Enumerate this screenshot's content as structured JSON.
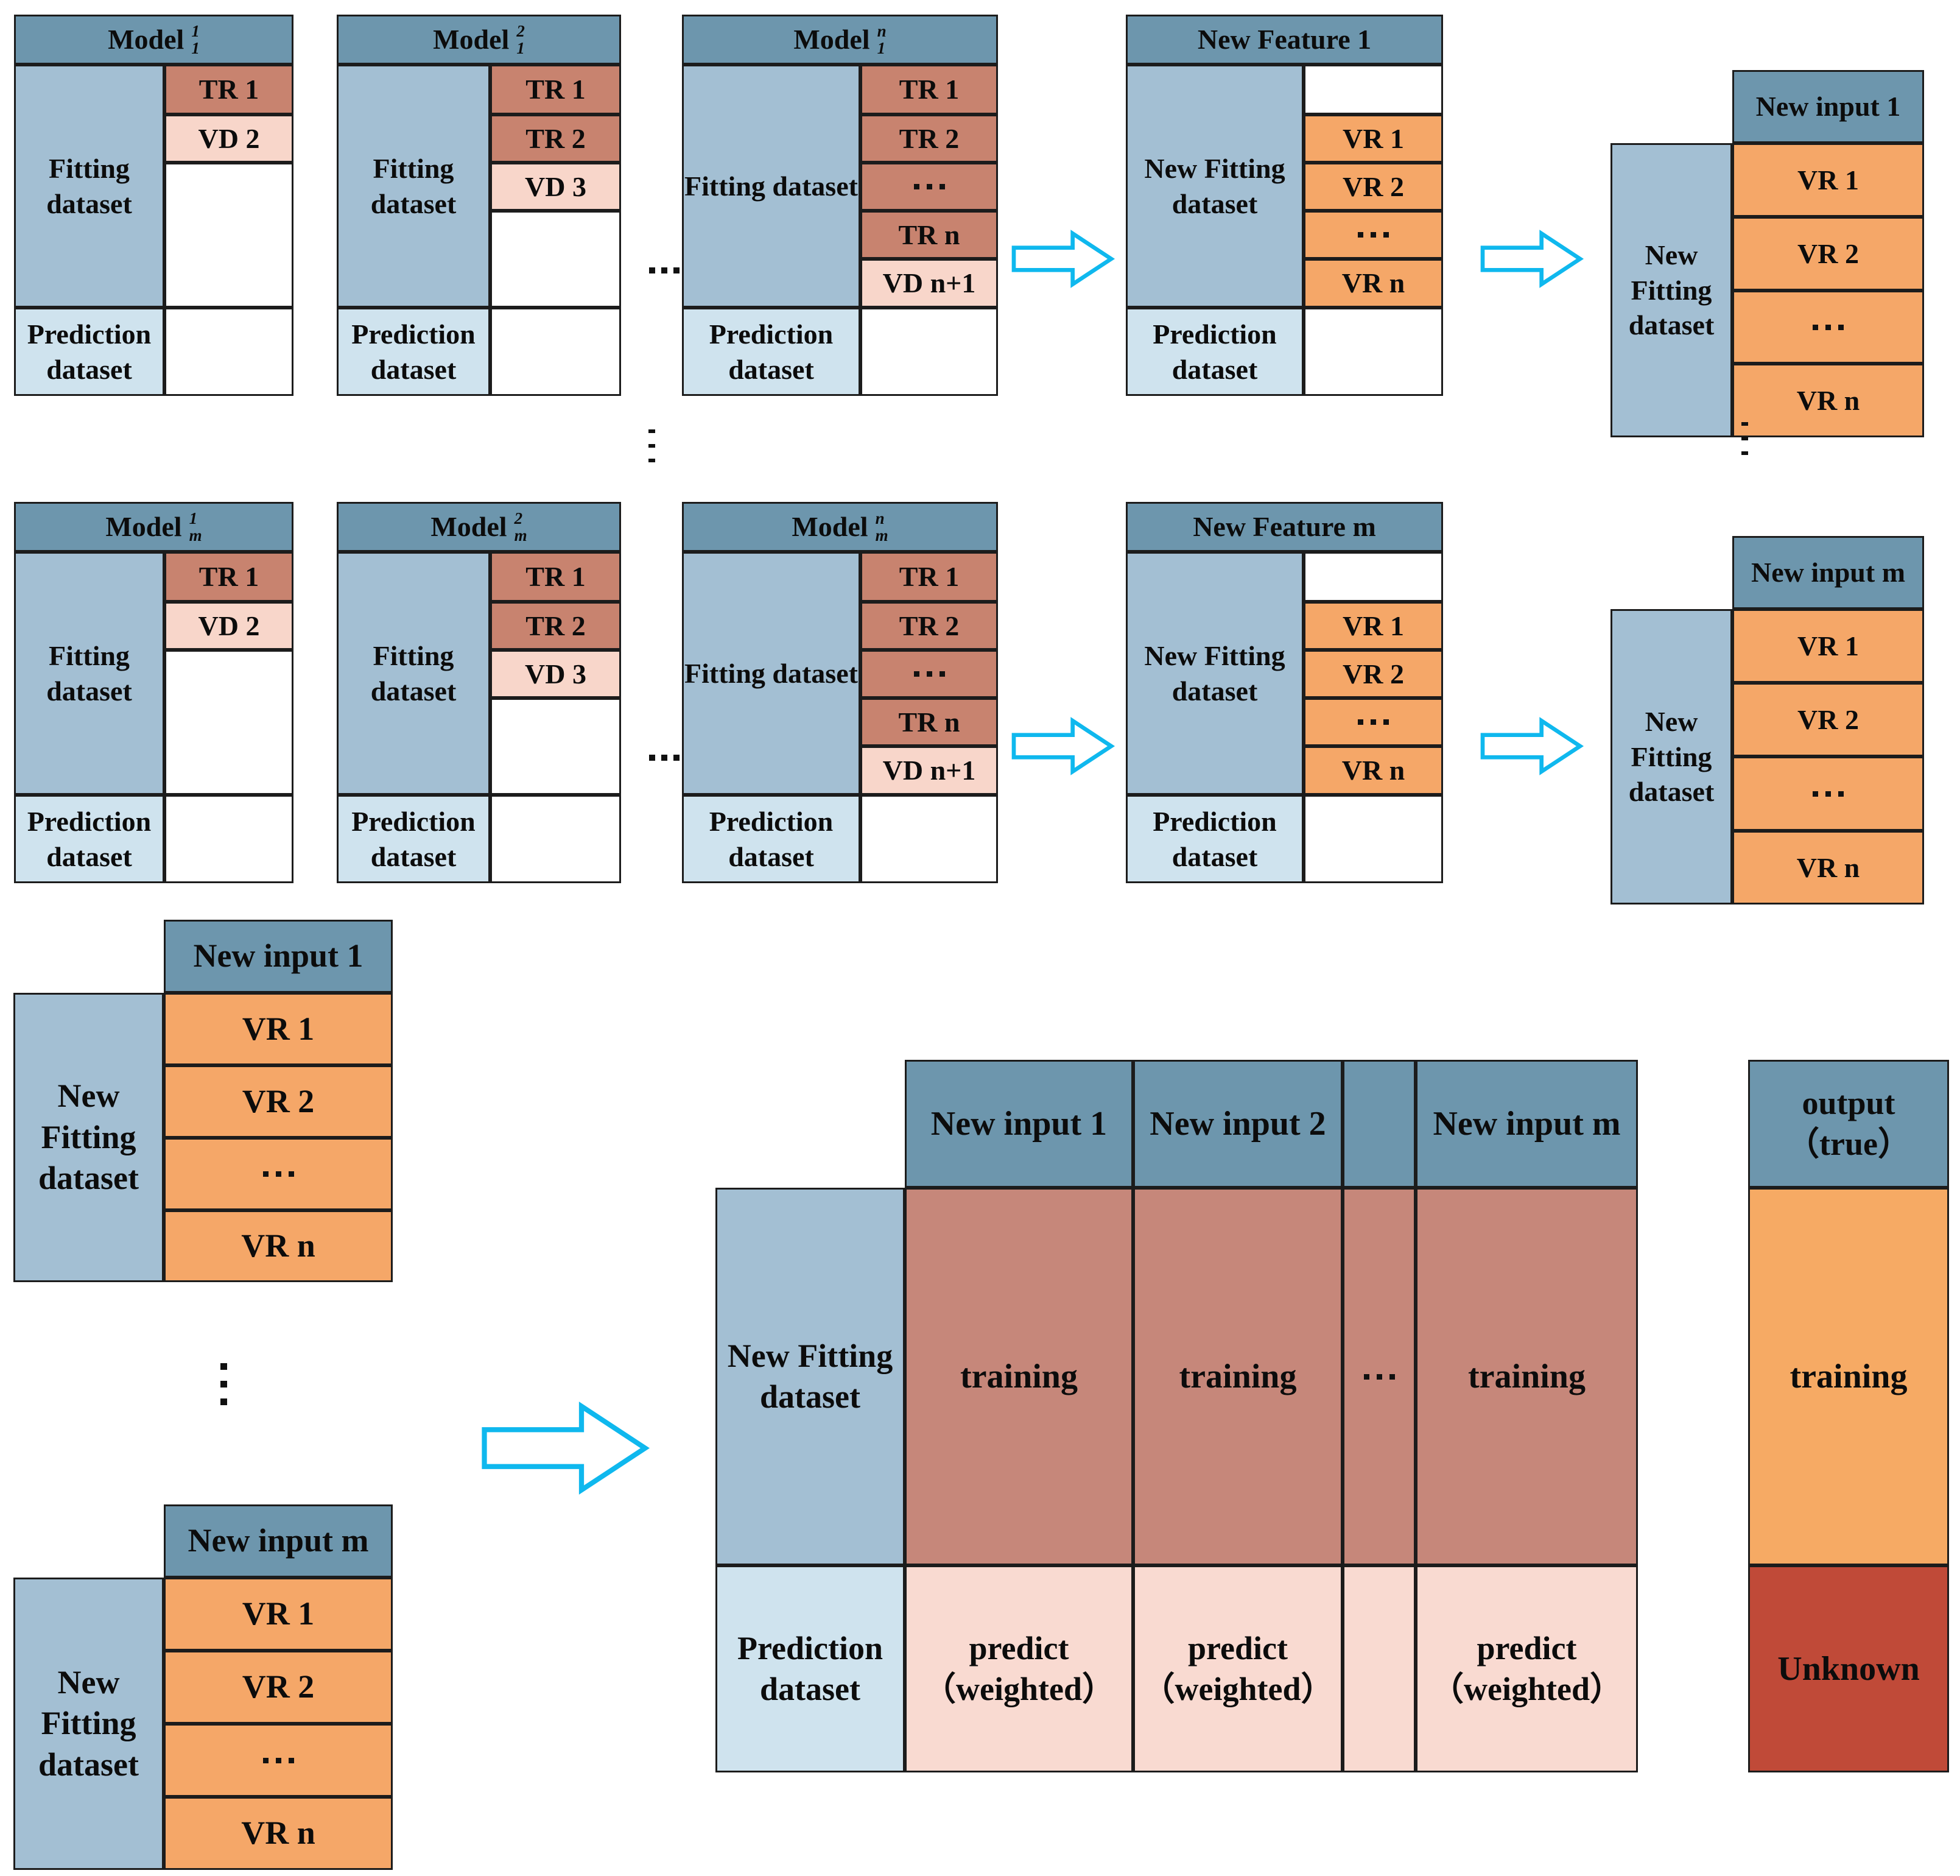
{
  "shared": {
    "fitting": "Fitting dataset",
    "prediction": "Prediction dataset",
    "new_fitting": "New Fitting dataset",
    "model": "Model",
    "training": "training",
    "predict": "predict",
    "weighted": "（weighted）",
    "output": "output",
    "true_label": "（true）",
    "unknown": "Unknown"
  },
  "row1": {
    "model1": {
      "sup": "1",
      "sub": "1",
      "tr1": "TR 1",
      "vd": "VD 2"
    },
    "model2": {
      "sup": "2",
      "sub": "1",
      "tr1": "TR 1",
      "tr2": "TR 2",
      "vd": "VD 3"
    },
    "modeln": {
      "sup": "n",
      "sub": "1",
      "tr1": "TR 1",
      "tr2": "TR 2",
      "trn": "TR n",
      "vd": "VD n+1"
    },
    "feature": {
      "title": "New Feature 1",
      "vr1": "VR 1",
      "vr2": "VR 2",
      "vrn": "VR n"
    },
    "input": {
      "title": "New input 1",
      "vr1": "VR 1",
      "vr2": "VR 2",
      "vrn": "VR n"
    }
  },
  "row2": {
    "model1": {
      "sup": "1",
      "sub": "m",
      "tr1": "TR 1",
      "vd": "VD 2"
    },
    "model2": {
      "sup": "2",
      "sub": "m",
      "tr1": "TR 1",
      "tr2": "TR 2",
      "vd": "VD 3"
    },
    "modeln": {
      "sup": "n",
      "sub": "m",
      "tr1": "TR 1",
      "tr2": "TR 2",
      "trn": "TR n",
      "vd": "VD n+1"
    },
    "feature": {
      "title": "New Feature m",
      "vr1": "VR 1",
      "vr2": "VR 2",
      "vrn": "VR n"
    },
    "input": {
      "title": "New input m",
      "vr1": "VR 1",
      "vr2": "VR 2",
      "vrn": "VR n"
    }
  },
  "bottom": {
    "input1": {
      "title": "New input 1",
      "vr1": "VR 1",
      "vr2": "VR 2",
      "vrn": "VR n"
    },
    "inputm": {
      "title": "New input m",
      "vr1": "VR 1",
      "vr2": "VR 2",
      "vrn": "VR n"
    },
    "table": {
      "col1": "New input 1",
      "col2": "New input 2",
      "colm": "New input m"
    }
  },
  "colors": {
    "header_blue": "#6d96ad",
    "fitting_blue": "#a3bfd3",
    "prediction_blue": "#cfe3ee",
    "tr_salmon": "#c8836f",
    "vd_pink": "#f8d6ca",
    "vr_orange": "#f5a768",
    "training_salmon": "#c6877a",
    "predict_pink": "#f9dad1",
    "output_orange": "#f6aa64",
    "unknown_red": "#c04a38",
    "arrow_cyan": "#0fb8ee"
  }
}
